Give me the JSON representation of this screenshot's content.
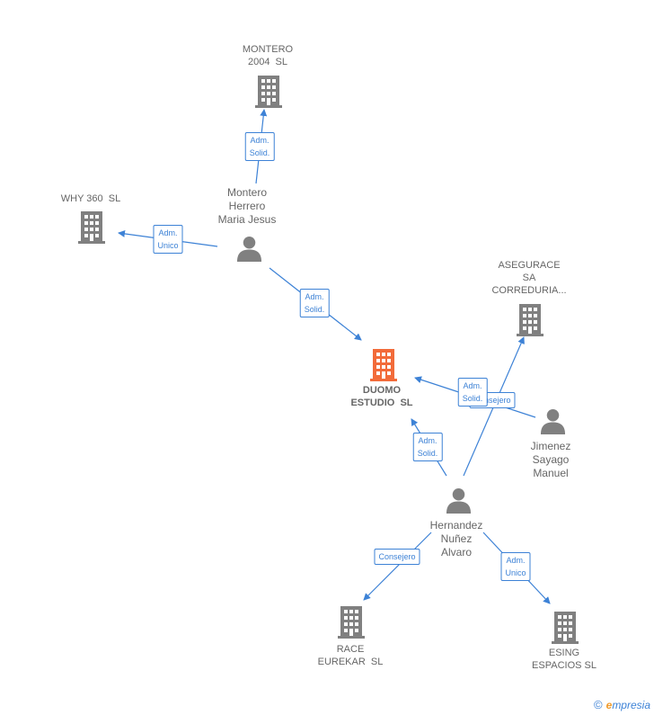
{
  "companies": {
    "montero": "MONTERO\n2004  SL",
    "why360": "WHY 360  SL",
    "duomo": "DUOMO\nESTUDIO  SL",
    "asegurace": "ASEGURACE\nSA\nCORREDURIA...",
    "race": "RACE\nEUREKAR  SL",
    "esing": "ESING\nESPACIOS SL"
  },
  "persons": {
    "montero_herrero": "Montero\nHerrero\nMaria Jesus",
    "jimenez": "Jimenez\nSayago\nManuel",
    "hernandez": "Hernandez\nNuñez\nAlvaro"
  },
  "relations": {
    "r1": "Adm.\nSolid.",
    "r2": "Adm.\nUnico",
    "r3": "Adm.\nSolid.",
    "r4": "Adm.\nSolid.",
    "r5": "Consejero",
    "r6": "Adm.\nSolid.",
    "r7": "Consejero",
    "r8": "Adm.\nUnico"
  },
  "brand": {
    "copyright": "©",
    "name": "mpresia",
    "initial": "e"
  },
  "colors": {
    "edge": "#3d82d6",
    "company": "#808080",
    "center_company": "#f26b3a",
    "person": "#808080"
  }
}
